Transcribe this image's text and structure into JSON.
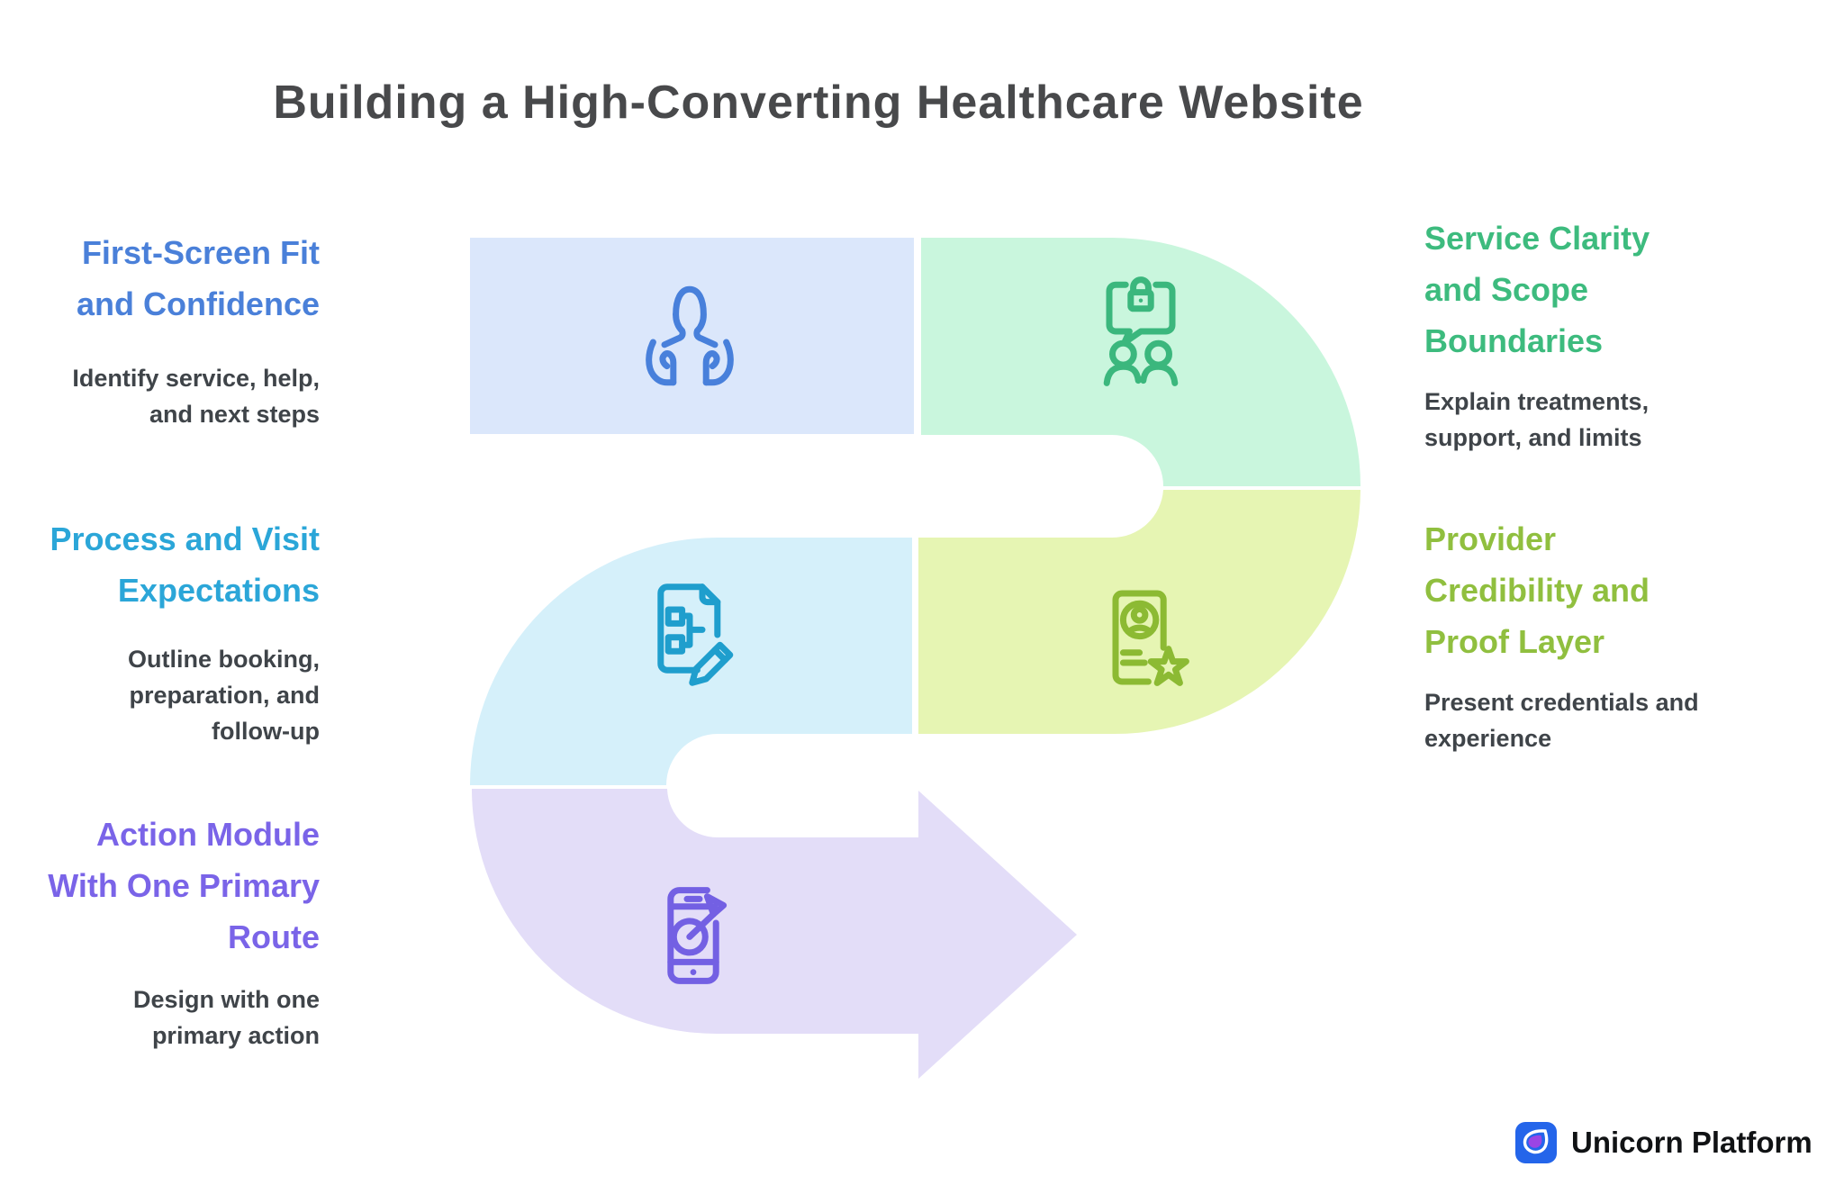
{
  "title": "Building a High-Converting Healthcare Website",
  "steps": [
    {
      "n": 1,
      "position": "top-left",
      "heading": "First-Screen Fit and Confidence",
      "heading_lines": [
        "First-Screen Fit",
        "and Confidence"
      ],
      "description": "Identify service, help, and next steps",
      "description_lines": [
        "Identify service, help,",
        "and next steps"
      ],
      "accent_color": "#4a80d9",
      "block_color": "#dbe7fb",
      "icon": "patient-care-icon",
      "icon_color": "#4880db"
    },
    {
      "n": 2,
      "position": "top-right",
      "heading": "Service Clarity and Scope Boundaries",
      "heading_lines": [
        "Service Clarity",
        "and Scope",
        "Boundaries"
      ],
      "description": "Explain treatments, support, and limits",
      "description_lines": [
        "Explain treatments,",
        "support, and limits"
      ],
      "accent_color": "#3dbb7e",
      "block_color": "#c9f6dd",
      "icon": "secure-consult-icon",
      "icon_color": "#3bb77d"
    },
    {
      "n": 3,
      "position": "middle-left",
      "heading": "Process and Visit Expectations",
      "heading_lines": [
        "Process and Visit",
        "Expectations"
      ],
      "description": "Outline booking, preparation, and follow-up",
      "description_lines": [
        "Outline booking,",
        "preparation, and",
        "follow-up"
      ],
      "accent_color": "#2ba6d8",
      "block_color": "#d5f0fa",
      "icon": "process-document-icon",
      "icon_color": "#1f9ecd"
    },
    {
      "n": 4,
      "position": "middle-right",
      "heading": "Provider Credibility and Proof Layer",
      "heading_lines": [
        "Provider",
        "Credibility and",
        "Proof Layer"
      ],
      "description": "Present credentials and experience",
      "description_lines": [
        "Present credentials and",
        "experience"
      ],
      "accent_color": "#90bf3f",
      "block_color": "#e6f5b3",
      "icon": "credential-card-icon",
      "icon_color": "#8cba33"
    },
    {
      "n": 5,
      "position": "bottom-left",
      "heading": "Action Module With One Primary Route",
      "heading_lines": [
        "Action Module",
        "With One Primary",
        "Route"
      ],
      "description": "Design with one primary action",
      "description_lines": [
        "Design with one",
        "primary action"
      ],
      "accent_color": "#7a64e8",
      "block_color": "#e3ddf8",
      "icon": "phone-target-icon",
      "icon_color": "#7360e3"
    }
  ],
  "branding": {
    "text": "Unicorn Platform",
    "logo_icon": "unicorn-drop-icon",
    "logo_bg_color": "#2465ea",
    "logo_drop_color": "#9b45e4"
  }
}
